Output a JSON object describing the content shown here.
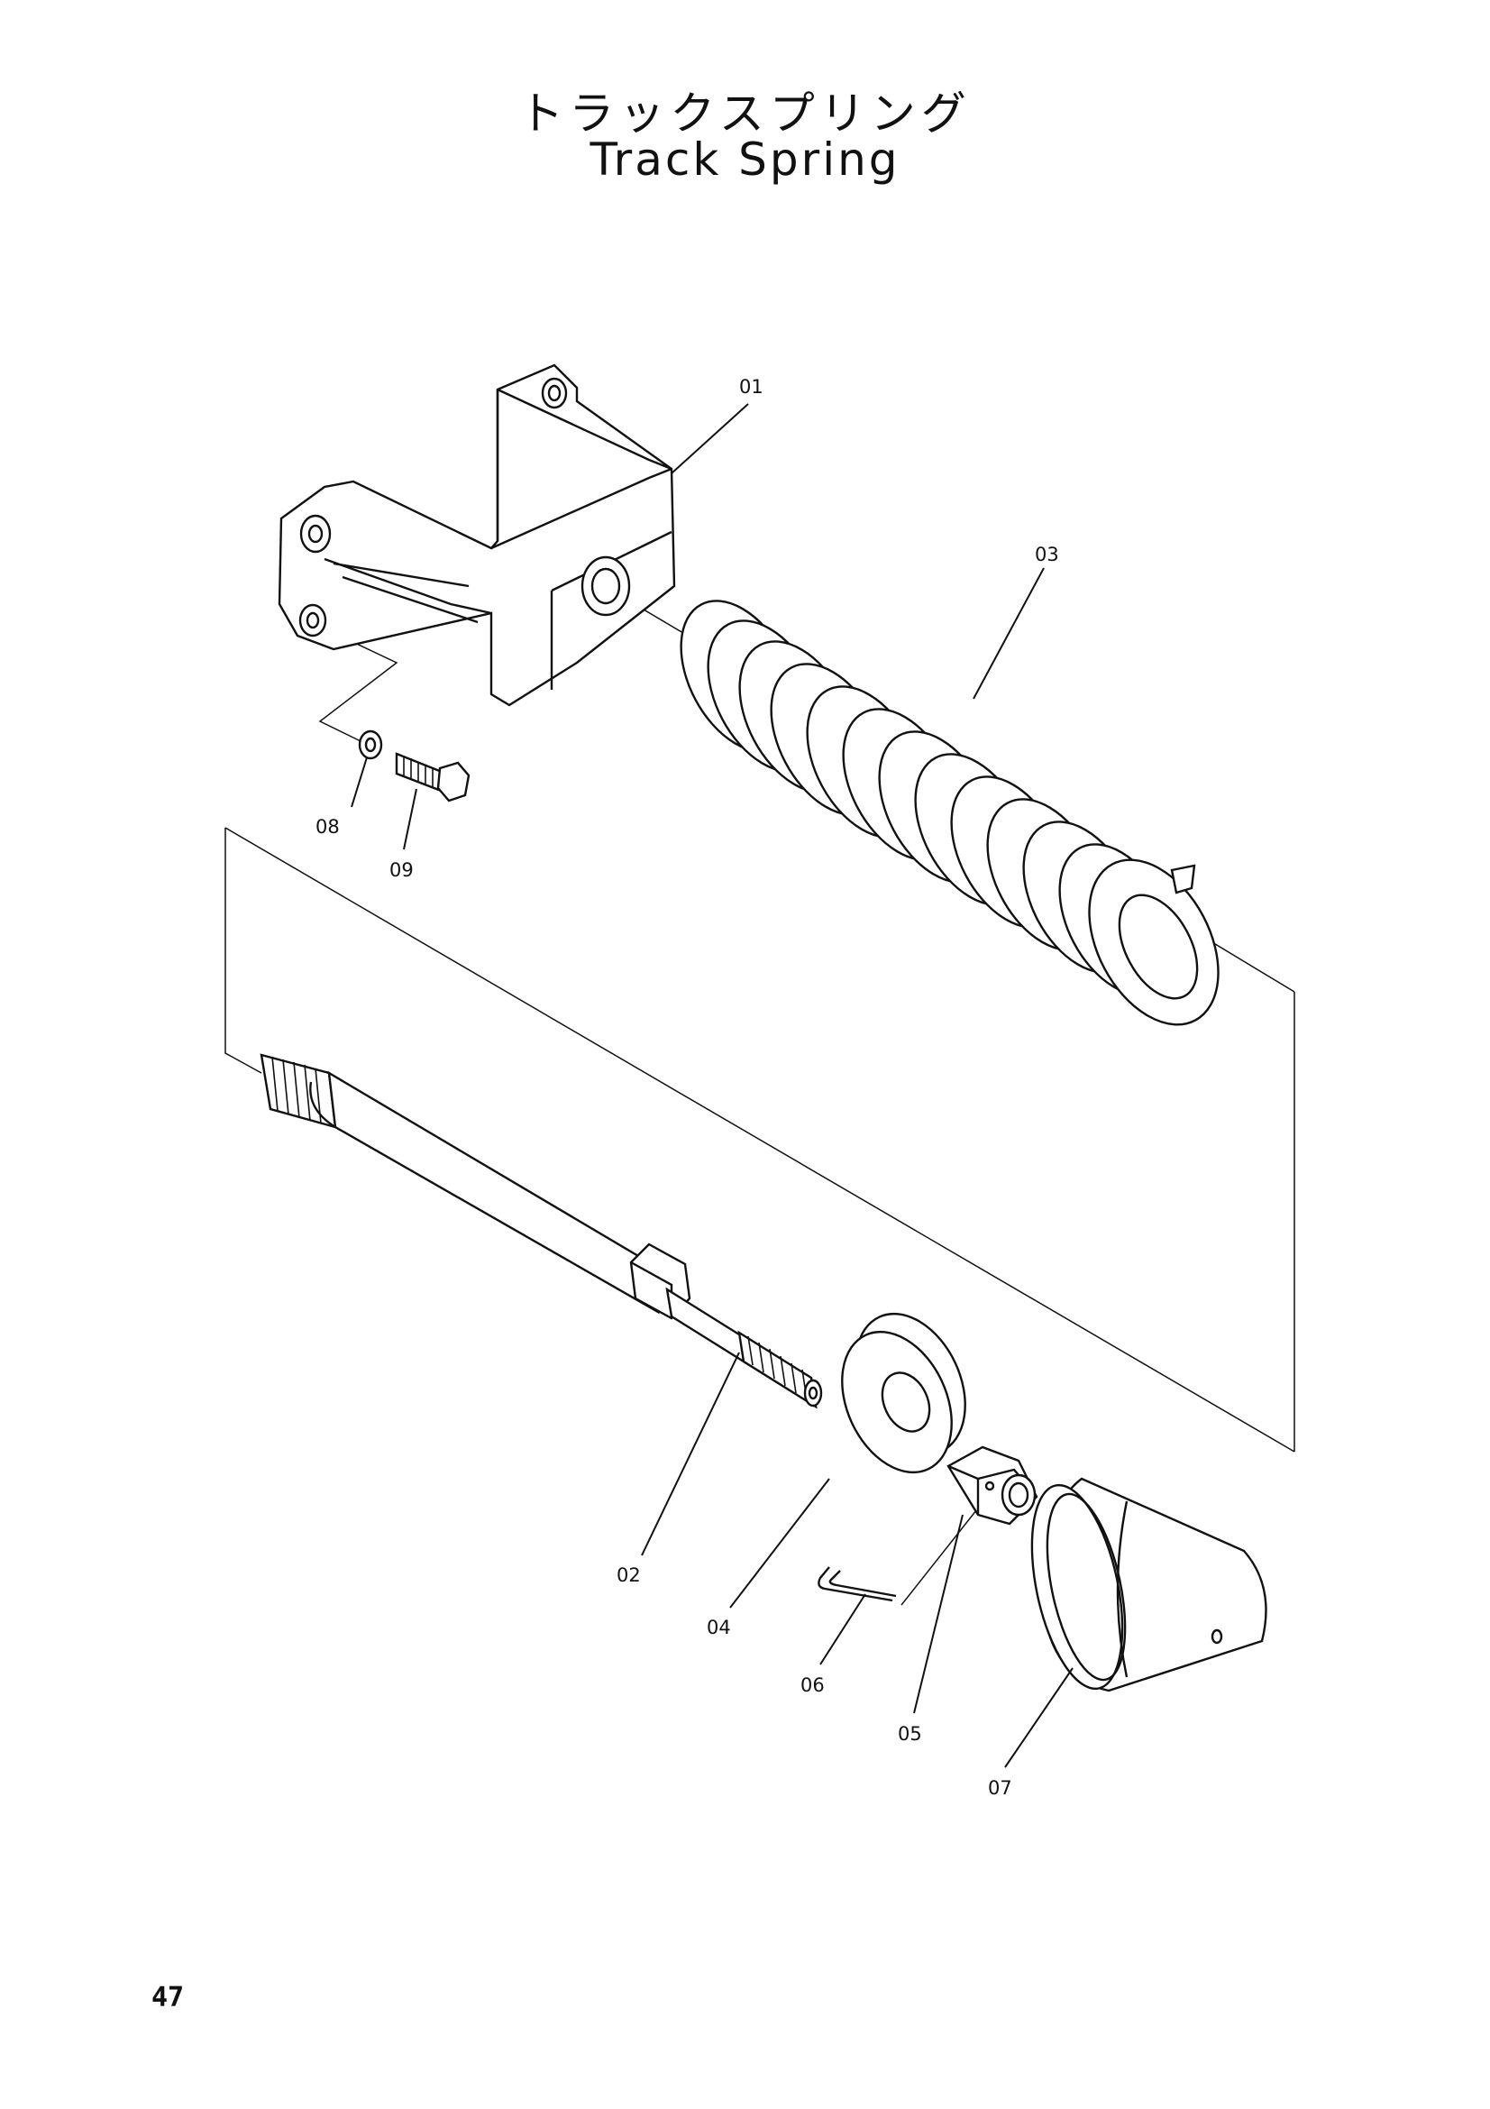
{
  "title": {
    "japanese": "トラックスプリング",
    "english": "Track Spring"
  },
  "callouts": [
    "01",
    "02",
    "03",
    "04",
    "05",
    "06",
    "07",
    "08",
    "09"
  ],
  "page_number": "47"
}
